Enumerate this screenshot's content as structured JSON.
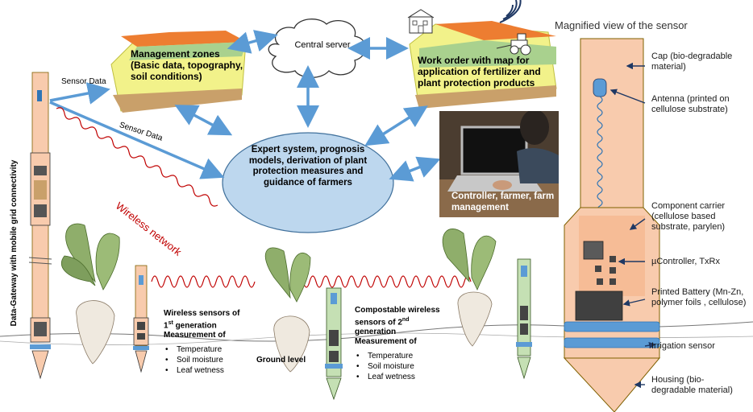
{
  "gateway": {
    "title": "Data-Gateway with mobile grid connectivity",
    "sensor_data_1": "Sensor Data",
    "sensor_data_2": "Sensor Data",
    "wireless_network": "Wireless network"
  },
  "management_zones": {
    "text": "Management zones (Basic data, topography, soil conditions)"
  },
  "central_server": {
    "label": "Central server"
  },
  "work_order": {
    "text": "Work order with map for application of fertilizer and plant protection products"
  },
  "expert_system": {
    "text": "Expert system, prognosis models, derivation of plant protection measures and guidance of farmers"
  },
  "controller": {
    "text": "Controller, farmer, farm management"
  },
  "gen1": {
    "title_line1": "Wireless sensors of",
    "title_line2_pre": "1",
    "title_line2_sup": "st",
    "title_line2_post": " generation",
    "title_line3": "Measurement of",
    "items": [
      "Temperature",
      "Soil moisture",
      "Leaf wetness"
    ]
  },
  "gen2": {
    "title_line1": "Compostable wireless",
    "title_line2_pre": "sensors of 2",
    "title_line2_sup": "nd",
    "title_line3": "generation",
    "title_line4": "Measurement of",
    "items": [
      "Temperature",
      "Soil moisture",
      "Leaf wetness"
    ]
  },
  "ground_level": "Ground level",
  "magnified": {
    "title": "Magnified view of the sensor",
    "labels": [
      "Cap (bio-degradable material)",
      "Antenna (printed on cellulose substrate)",
      "Component carrier (cellulose based substrate, parylen)",
      "µController, TxRx",
      "Printed Battery (Mn-Zn, polymer foils , cellulose)",
      "Irrigation sensor",
      "Housing (bio-degradable material)"
    ]
  },
  "colors": {
    "arrow": "#5b9bd5",
    "wave": "#c00000",
    "ellipse": "#bdd7ee",
    "sensor_pink": "#f8cbad",
    "sensor_green": "#c5e0b4",
    "field_yellow": "#f2f28a",
    "field_green": "#a9d18e",
    "irrigation_band": "#5b9bd5"
  }
}
